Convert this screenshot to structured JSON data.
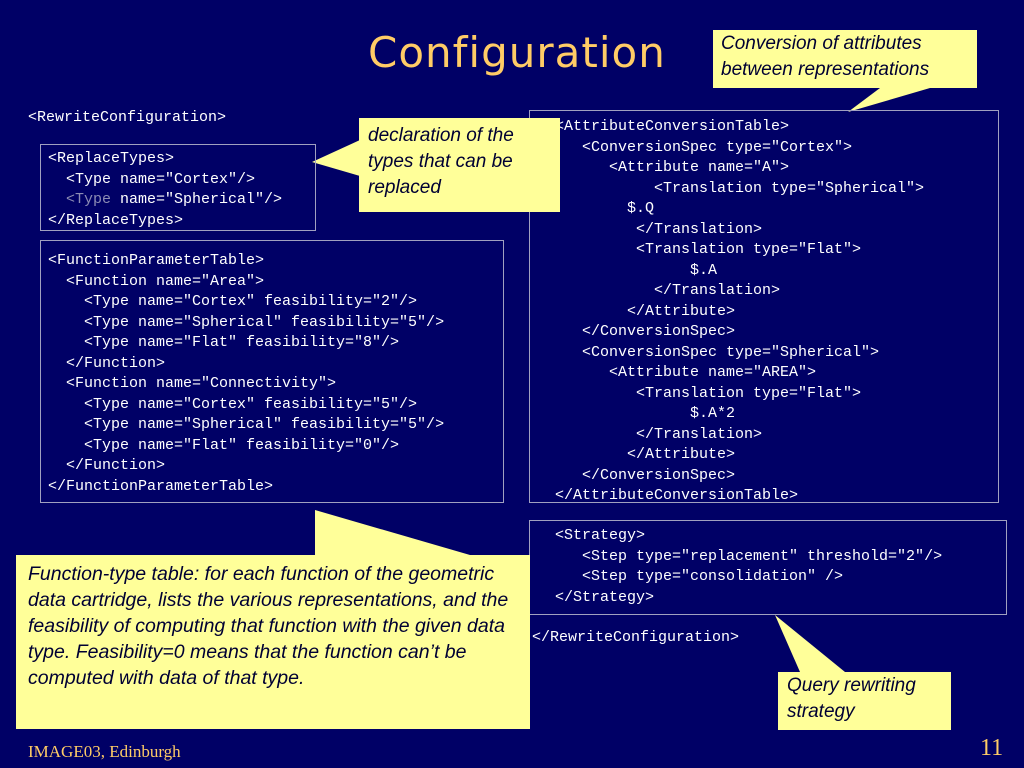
{
  "title": "Configuration",
  "colors": {
    "background": "#000066",
    "title": "#ffcc66",
    "note": "#ffff99",
    "code": "#ffffff"
  },
  "rewrite_open": "<RewriteConfiguration>",
  "rewrite_close": "</RewriteConfiguration>",
  "replace_types": {
    "l1": "<ReplaceTypes>",
    "l2": "  <Type name=\"Cortex\"/>",
    "l3a": "  <Type",
    "l3b": " name=\"Spherical\"/>",
    "l4": "</ReplaceTypes>"
  },
  "function_table": [
    "<FunctionParameterTable>",
    "  <Function name=\"Area\">",
    "    <Type name=\"Cortex\" feasibility=\"2\"/>",
    "    <Type name=\"Spherical\" feasibility=\"5\"/>",
    "    <Type name=\"Flat\" feasibility=\"8\"/>",
    "  </Function>",
    "  <Function name=\"Connectivity\">",
    "    <Type name=\"Cortex\" feasibility=\"5\"/>",
    "    <Type name=\"Spherical\" feasibility=\"5\"/>",
    "    <Type name=\"Flat\" feasibility=\"0\"/>",
    "  </Function>",
    "</FunctionParameterTable>"
  ],
  "conversion_table": [
    "  <AttributeConversionTable>",
    "     <ConversionSpec type=\"Cortex\">",
    "        <Attribute name=\"A\">",
    "             <Translation type=\"Spherical\">",
    "          $.Q",
    "           </Translation>",
    "           <Translation type=\"Flat\">",
    "                 $.A",
    "             </Translation>",
    "          </Attribute>",
    "     </ConversionSpec>",
    "     <ConversionSpec type=\"Spherical\">",
    "        <Attribute name=\"AREA\">",
    "           <Translation type=\"Flat\">",
    "                 $.A*2",
    "           </Translation>",
    "          </Attribute>",
    "     </ConversionSpec>",
    "  </AttributeConversionTable>"
  ],
  "strategy": [
    "  <Strategy>",
    "     <Step type=\"replacement\" threshold=\"2\"/>",
    "     <Step type=\"consolidation\" />",
    "  </Strategy>"
  ],
  "notes": {
    "conversion": "Conversion of attributes between representations",
    "declaration": "declaration of the types that can be replaced",
    "function_type": "Function-type table: for each function of the geometric data cartridge, lists the various representations, and the feasibility of computing that function with the given data type. Feasibility=0 means that the function can’t be computed with data of that type.",
    "query": "Query rewriting strategy"
  },
  "footer": {
    "left": "IMAGE03, Edinburgh",
    "page": "11"
  }
}
